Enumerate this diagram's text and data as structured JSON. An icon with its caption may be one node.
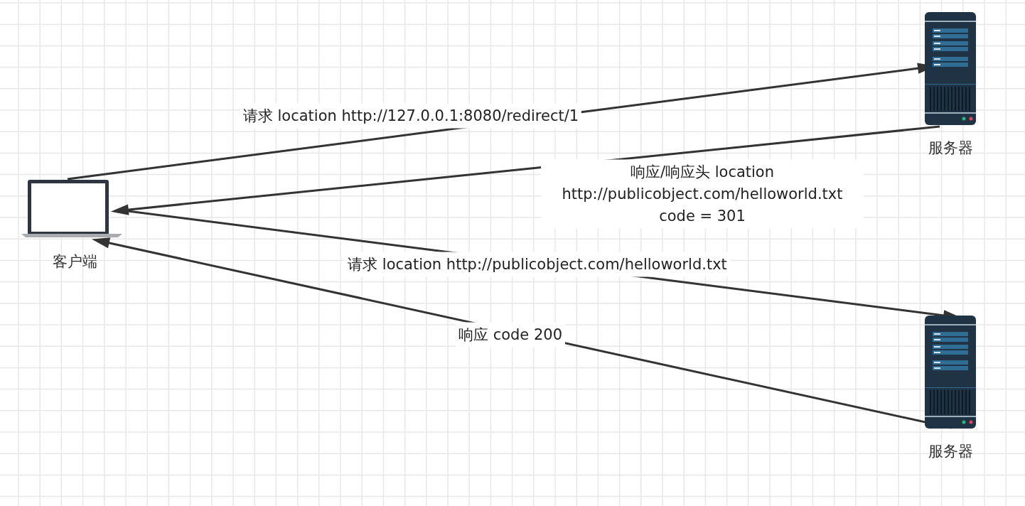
{
  "diagram": {
    "nodes": [
      {
        "text": [
          "客户端"
        ]
      },
      {
        "text": [
          "服务器"
        ]
      },
      {
        "text": [
          "服务器"
        ]
      }
    ],
    "edges": [
      {
        "from": 0,
        "to": 1,
        "arrow": "to",
        "label": "请求 location http://127.0.0.1:8080/redirect/1"
      },
      {
        "from": 1,
        "to": 0,
        "arrow": "to",
        "label": "响应/响应头 location http://publicobject.com/helloworld.txt code = 301"
      },
      {
        "from": 0,
        "to": 2,
        "arrow": "to",
        "label": "请求 location http://publicobject.com/helloworld.txt"
      },
      {
        "from": 2,
        "to": 0,
        "arrow": "to",
        "label": "响应 code 200"
      }
    ]
  }
}
